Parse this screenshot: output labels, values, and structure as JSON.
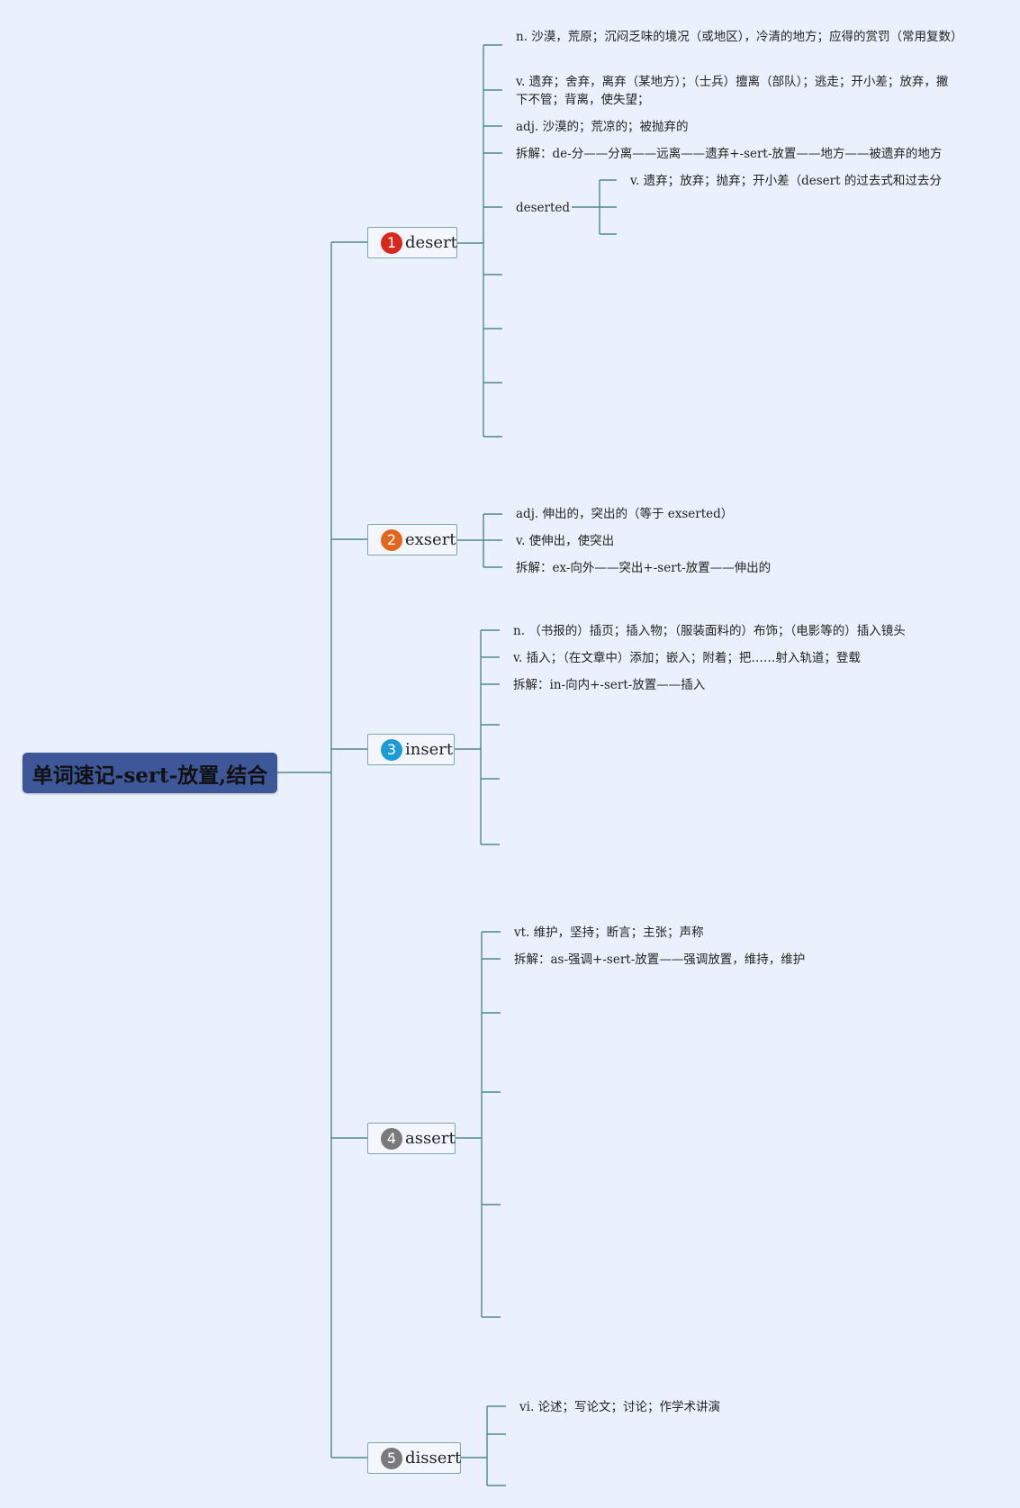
{
  "root": {
    "label": "单词速记-sert-放置,结合"
  },
  "branches": [
    {
      "badge": "1",
      "badge_color": "#d6281c",
      "word": "desert",
      "leaves": [
        "n. 沙漠，荒原；沉闷乏味的境况（或地区），冷清的地方；应得的赏罚（常用复数）",
        "v. 遗弃；舍弃，离弃（某地方）；（士兵）擅离（部队）；逃走；开小差；放弃，撇下不管；背离，使失望；",
        "adj. 沙漠的；荒凉的；被抛弃的",
        "拆解：de-分——分离——远离——遗弃+-sert-放置——地方——被遗弃的地方"
      ],
      "sub": {
        "label": "deserted",
        "leaves": [
          "v. 遗弃；放弃；抛弃；开小差（desert 的过去式和过去分"
        ]
      }
    },
    {
      "badge": "2",
      "badge_color": "#e0671c",
      "word": "exsert",
      "leaves": [
        "adj. 伸出的，突出的（等于 exserted）",
        "v. 使伸出，使突出",
        "拆解：ex-向外——突出+-sert-放置——伸出的"
      ]
    },
    {
      "badge": "3",
      "badge_color": "#1e9ad6",
      "word": "insert",
      "leaves": [
        "n. （书报的）插页；插入物；（服装面料的）布饰；（电影等的）插入镜头",
        "v. 插入；（在文章中）添加；嵌入；附着；把……射入轨道；登载",
        "拆解：in-向内+-sert-放置——插入"
      ]
    },
    {
      "badge": "4",
      "badge_color": "#7a7a7a",
      "word": "assert",
      "leaves": [
        "vt. 维护，坚持；断言；主张；声称",
        "拆解：as-强调+-sert-放置——强调放置，维持，维护"
      ]
    },
    {
      "badge": "5",
      "badge_color": "#7a7a7a",
      "word": "dissert",
      "leaves": [
        "vi. 论述；写论文；讨论；作学术讲演"
      ]
    }
  ]
}
